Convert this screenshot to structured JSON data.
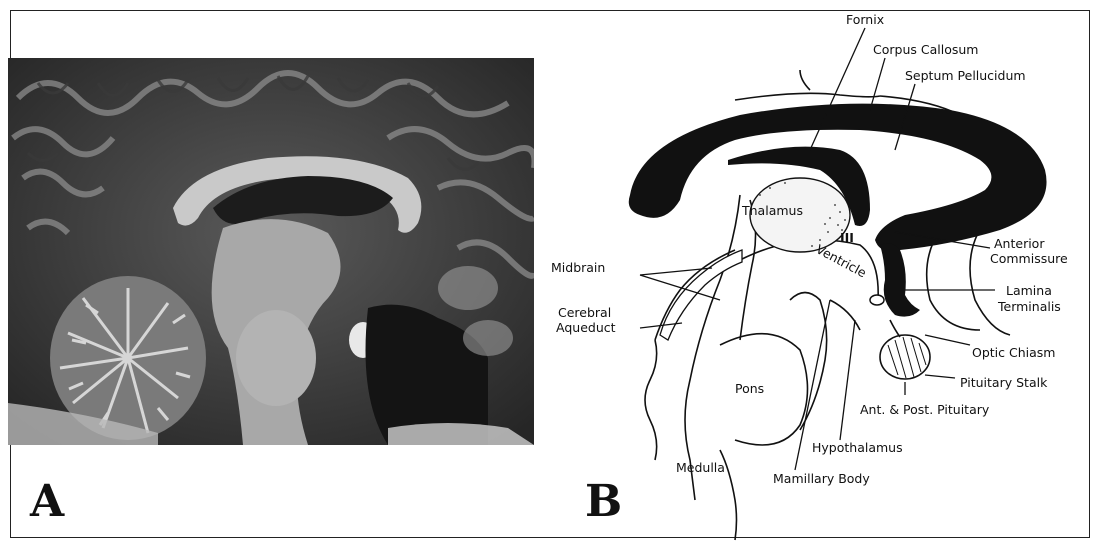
{
  "panels": {
    "a": {
      "letter": "A"
    },
    "b": {
      "letter": "B"
    }
  },
  "labels": {
    "fornix": "Fornix",
    "corpus_callosum": "Corpus Callosum",
    "septum_pellucidum": "Septum Pellucidum",
    "thalamus": "Thalamus",
    "third_ventricle_numeral": "III",
    "third_ventricle_word": "Ventricle",
    "anterior_commissure_1": "Anterior",
    "anterior_commissure_2": "Commissure",
    "lamina_terminalis_1": "Lamina",
    "lamina_terminalis_2": "Terminalis",
    "optic_chiasm": "Optic Chiasm",
    "pituitary_stalk": "Pituitary Stalk",
    "ant_post_pituitary": "Ant. & Post. Pituitary",
    "hypothalamus": "Hypothalamus",
    "mamillary_body": "Mamillary Body",
    "midbrain": "Midbrain",
    "cerebral_aqueduct_1": "Cerebral",
    "cerebral_aqueduct_2": "Aqueduct",
    "pons": "Pons",
    "medulla": "Medulla"
  }
}
